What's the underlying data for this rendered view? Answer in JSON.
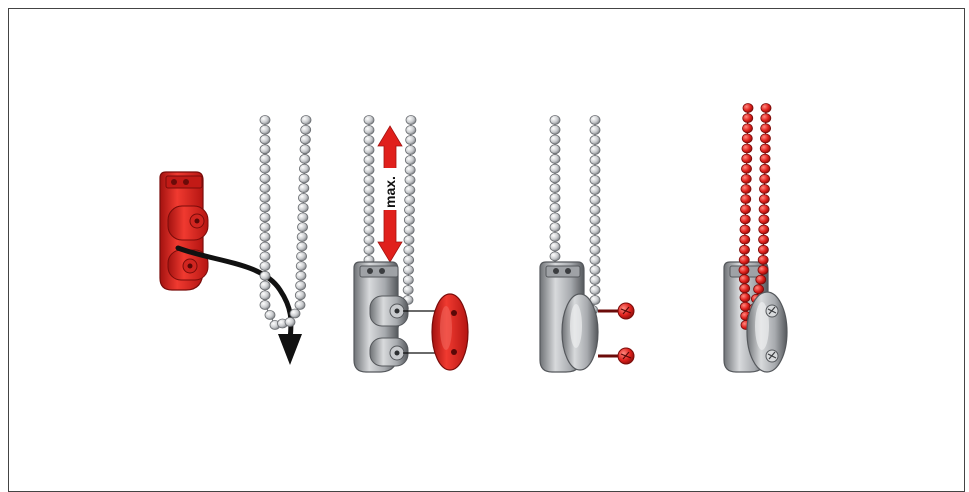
{
  "diagram": {
    "steps": [
      {
        "name": "thread-chain-through-bracket"
      },
      {
        "name": "attach-cover-with-max-distance",
        "label": "max."
      },
      {
        "name": "screw-cover-on"
      },
      {
        "name": "finished-chain-retainer"
      }
    ]
  },
  "colors": {
    "accent": "#e0201c",
    "accent_dark": "#a31210",
    "metal": "#b5b8bc",
    "metal_dark": "#6f7276",
    "chain": "#c9cbce",
    "arrow": "#111111",
    "frame": "#444444"
  },
  "icons": [
    "chain-icon",
    "bracket-icon",
    "cover-icon",
    "screw-icon",
    "arrow-icon",
    "double-arrow-icon"
  ]
}
